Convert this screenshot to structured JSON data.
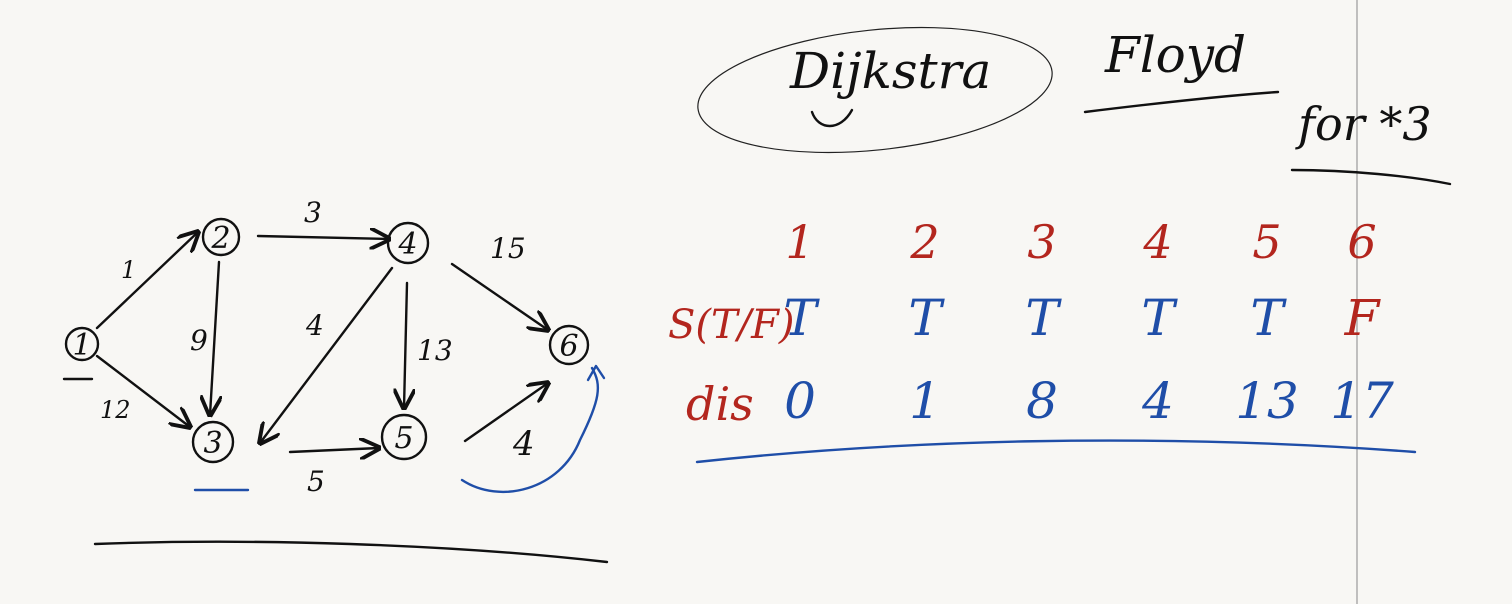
{
  "titles": {
    "dijkstra": "Dijkstra",
    "floyd": "Floyd",
    "for3": "for *3"
  },
  "graph": {
    "nodes": [
      "1",
      "2",
      "3",
      "4",
      "5",
      "6"
    ],
    "edges": [
      {
        "from": "1",
        "to": "2",
        "weight": "1"
      },
      {
        "from": "1",
        "to": "3",
        "weight": "12"
      },
      {
        "from": "2",
        "to": "3",
        "weight": "9"
      },
      {
        "from": "2",
        "to": "4",
        "weight": "3"
      },
      {
        "from": "4",
        "to": "3",
        "weight": "4"
      },
      {
        "from": "4",
        "to": "5",
        "weight": "13"
      },
      {
        "from": "4",
        "to": "6",
        "weight": "15"
      },
      {
        "from": "3",
        "to": "5",
        "weight": "5"
      },
      {
        "from": "5",
        "to": "6",
        "weight": "4"
      }
    ]
  },
  "table": {
    "headers": [
      "1",
      "2",
      "3",
      "4",
      "5",
      "6"
    ],
    "row1_label": "S(T/F)",
    "row1": [
      "T",
      "T",
      "T",
      "T",
      "T",
      "F"
    ],
    "row2_label": "dis",
    "row2": [
      "0",
      "1",
      "8",
      "4",
      "13",
      "17"
    ]
  },
  "colors": {
    "ink_black": "#111111",
    "ink_blue": "#1f4ea8",
    "ink_red": "#b3261e",
    "paper": "#f8f7f4"
  }
}
